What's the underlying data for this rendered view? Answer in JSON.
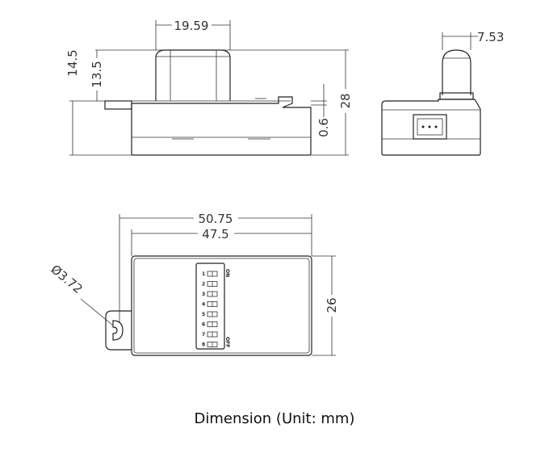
{
  "front_view": {
    "width_sensor": "19.59",
    "height_total_left": "14.5",
    "height_sensor": "13.5",
    "height_total": "28",
    "step": "0.6"
  },
  "side_view": {
    "sensor_diameter": "7.53"
  },
  "bottom_view": {
    "overall_length": "50.75",
    "body_length": "47.5",
    "width": "26",
    "hole_diameter": "Ø3.72",
    "dip_labels": [
      "1",
      "2",
      "3",
      "4",
      "5",
      "6",
      "7",
      "8"
    ],
    "dip_on": "ON",
    "dip_off": "OFF"
  },
  "caption": "Dimension (Unit: mm)"
}
